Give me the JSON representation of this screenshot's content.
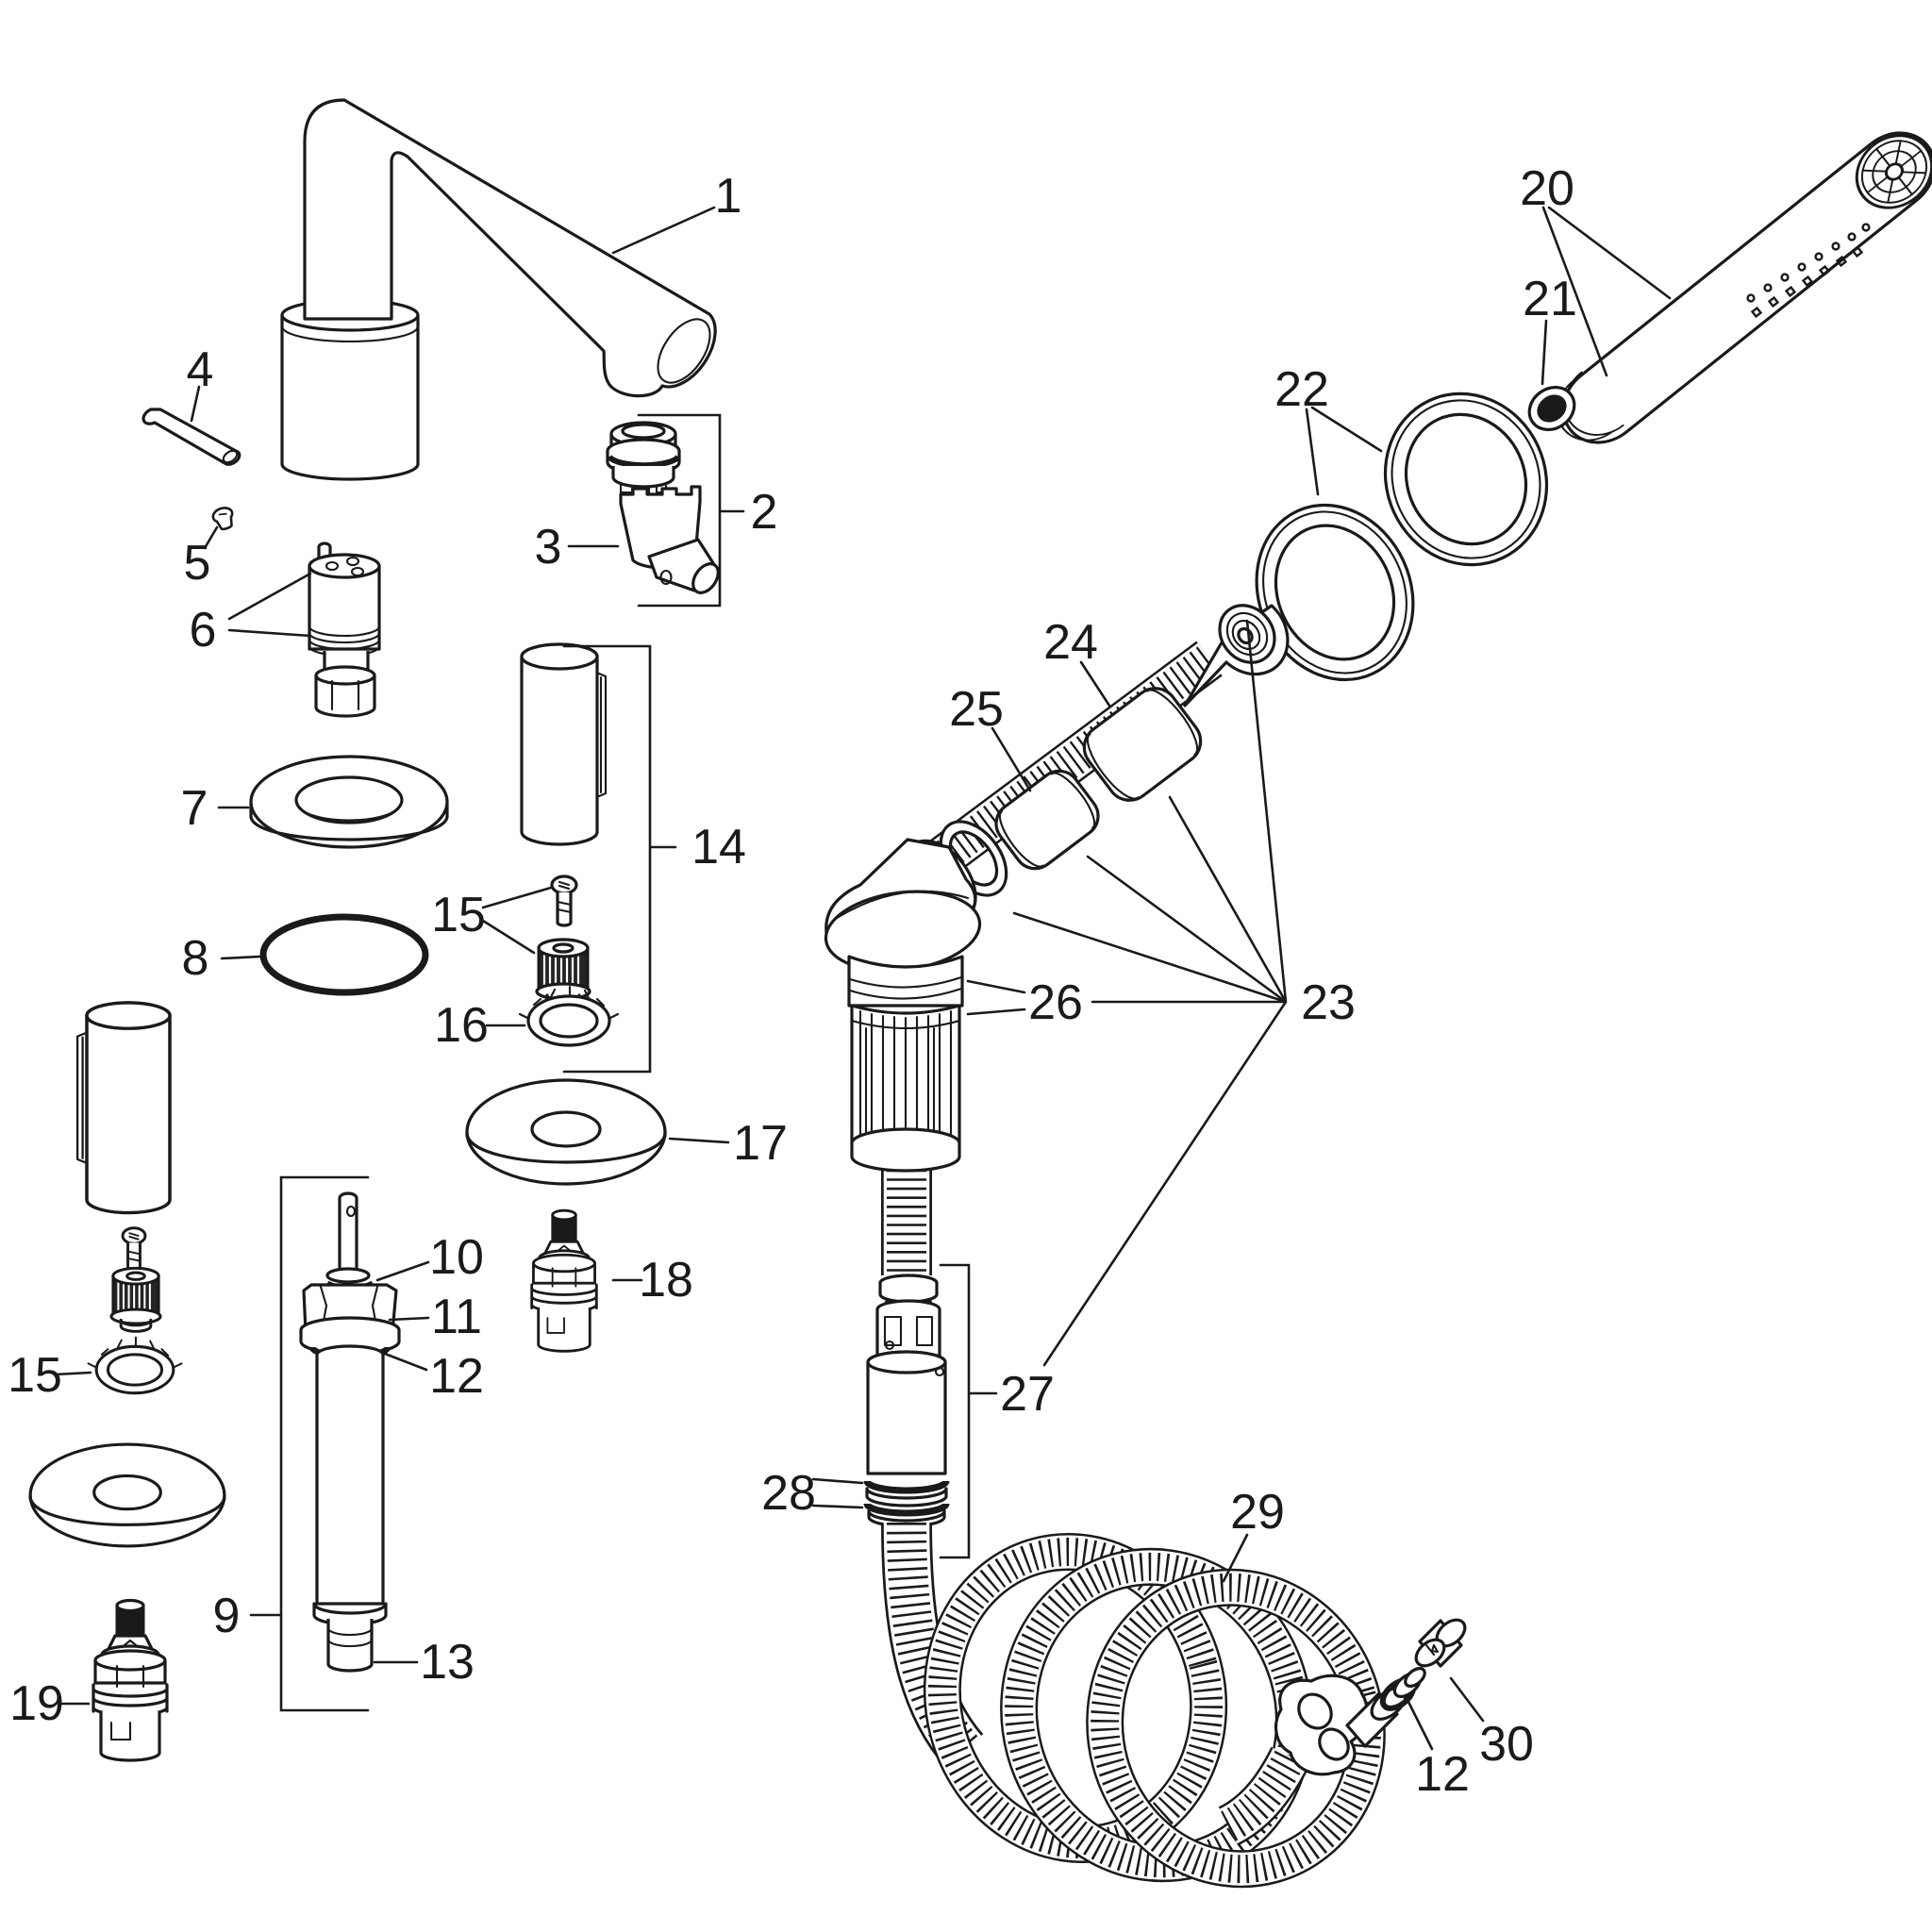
{
  "diagram": {
    "type": "exploded-parts-diagram",
    "subject": "faucet and handshower spare parts schematic",
    "background_color": "#ffffff",
    "line_color": "#1a1a1a"
  },
  "labels": [
    {
      "text": "1"
    },
    {
      "text": "2"
    },
    {
      "text": "3"
    },
    {
      "text": "4"
    },
    {
      "text": "5"
    },
    {
      "text": "6"
    },
    {
      "text": "7"
    },
    {
      "text": "8"
    },
    {
      "text": "9"
    },
    {
      "text": "10"
    },
    {
      "text": "11"
    },
    {
      "text": "12"
    },
    {
      "text": "13"
    },
    {
      "text": "14"
    },
    {
      "text": "15"
    },
    {
      "text": "16"
    },
    {
      "text": "17"
    },
    {
      "text": "18"
    },
    {
      "text": "15"
    },
    {
      "text": "19"
    },
    {
      "text": "20"
    },
    {
      "text": "21"
    },
    {
      "text": "22"
    },
    {
      "text": "23"
    },
    {
      "text": "24"
    },
    {
      "text": "25"
    },
    {
      "text": "26"
    },
    {
      "text": "27"
    },
    {
      "text": "28"
    },
    {
      "text": "29"
    },
    {
      "text": "30"
    },
    {
      "text": "12"
    }
  ]
}
